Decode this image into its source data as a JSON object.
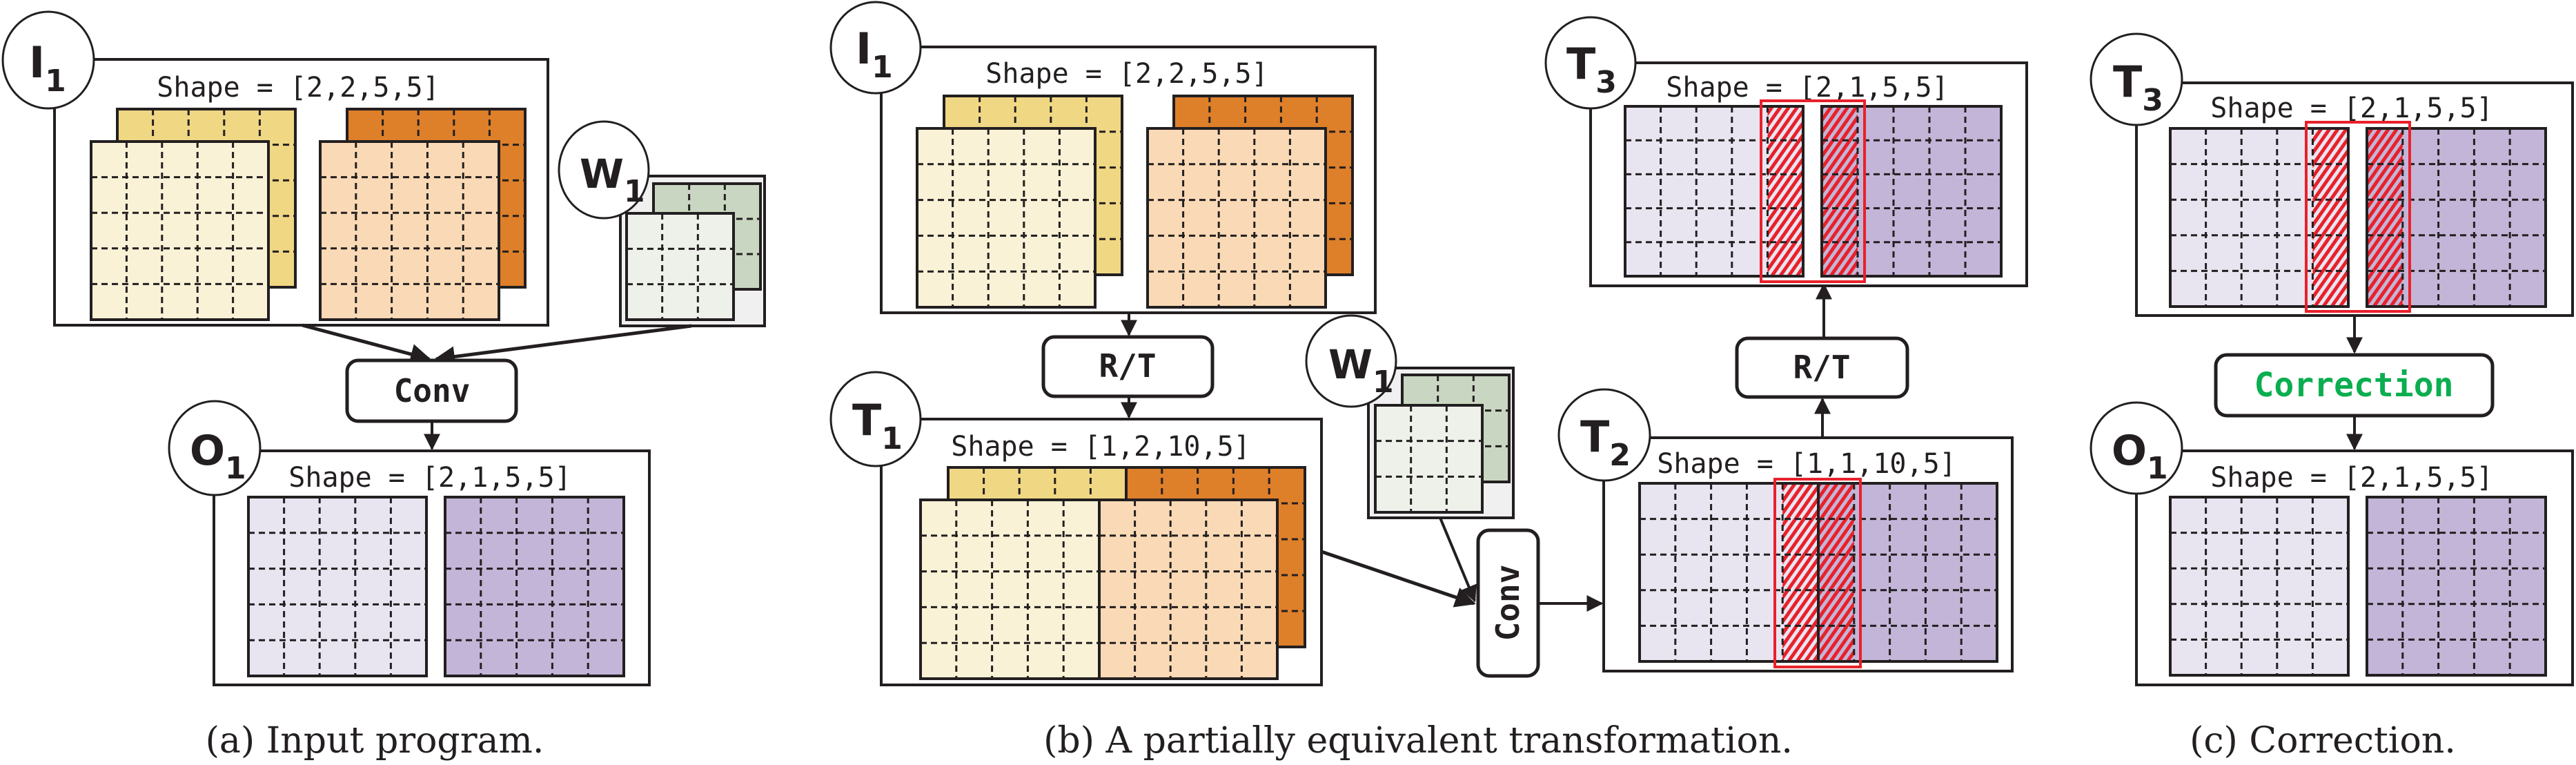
{
  "colors": {
    "yellow_back": "#F0D784",
    "yellow_front": "#FAF2D6",
    "orange_back": "#DE7F2A",
    "peach_front": "#FADAB6",
    "green_back": "#C9D6C1",
    "green_front": "#EEF1EA",
    "weight_bg": "#F0F0F0",
    "purple_light": "#E8E5F1",
    "purple_dark": "#C3B5D8",
    "highlight_red": "#E8212A",
    "correction_green": "#0BAE4F",
    "stroke": "#231F20"
  },
  "panel_a": {
    "caption": "(a) Input program.",
    "input": {
      "label": "I",
      "sub": "1",
      "shape": "Shape = [2,2,5,5]"
    },
    "weight": {
      "label": "W",
      "sub": "1"
    },
    "op": "Conv",
    "output": {
      "label": "O",
      "sub": "1",
      "shape": "Shape = [2,1,5,5]"
    }
  },
  "panel_b": {
    "caption": "(b) A partially equivalent transformation.",
    "input": {
      "label": "I",
      "sub": "1",
      "shape": "Shape = [2,2,5,5]"
    },
    "op_reshape_1": "R/T",
    "t1": {
      "label": "T",
      "sub": "1",
      "shape": "Shape = [1,2,10,5]"
    },
    "weight": {
      "label": "W",
      "sub": "1"
    },
    "op_conv": "Conv",
    "t2": {
      "label": "T",
      "sub": "2",
      "shape": "Shape = [1,1,10,5]"
    },
    "op_reshape_2": "R/T",
    "t3": {
      "label": "T",
      "sub": "3",
      "shape": "Shape = [2,1,5,5]"
    }
  },
  "panel_c": {
    "caption": "(c) Correction.",
    "t3": {
      "label": "T",
      "sub": "3",
      "shape": "Shape = [2,1,5,5]"
    },
    "op": "Correction",
    "output": {
      "label": "O",
      "sub": "1",
      "shape": "Shape = [2,1,5,5]"
    }
  }
}
